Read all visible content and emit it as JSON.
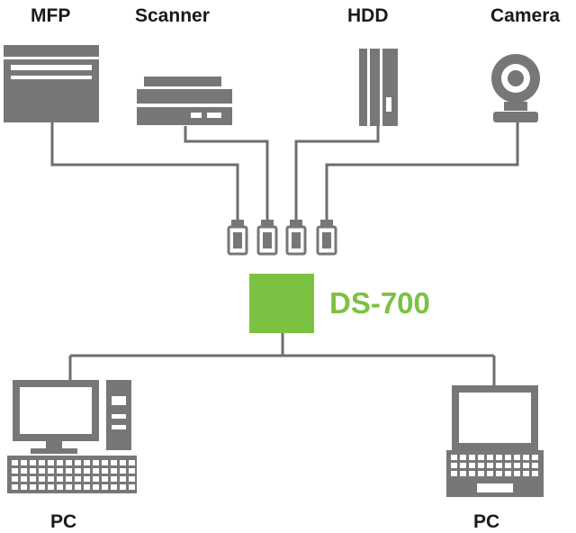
{
  "devices": {
    "mfp": "MFP",
    "scanner": "Scanner",
    "hdd": "HDD",
    "camera": "Camera",
    "pc_left": "PC",
    "pc_right": "PC"
  },
  "hub": {
    "label": "DS-700",
    "color": "#7cc242"
  },
  "colors": {
    "device_gray": "#777777",
    "line_gray": "#6e6e6e",
    "label_black": "#1a1a1a"
  }
}
